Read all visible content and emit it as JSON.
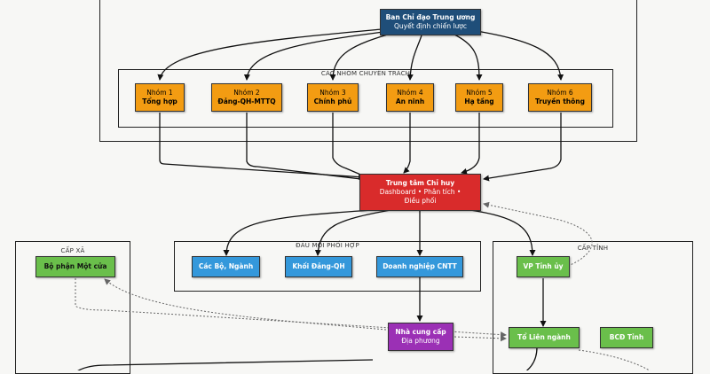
{
  "top_frame": {
    "label": ""
  },
  "groups_frame": {
    "label": "CÁC NHÓM CHUYÊN TRÁCH"
  },
  "coord_frame": {
    "label": "ĐẦU MỐI PHỐI HỢP"
  },
  "commune_frame": {
    "label": "CẤP XÃ"
  },
  "province_frame": {
    "label": "CẤP TỈNH"
  },
  "steering": {
    "line1": "Ban Chỉ đạo Trung ương",
    "line2": "Quyết định chiến lược"
  },
  "groups": [
    {
      "line1": "Nhóm 1",
      "line2": "Tổng hợp"
    },
    {
      "line1": "Nhóm 2",
      "line2": "Đảng-QH-MTTQ"
    },
    {
      "line1": "Nhóm 3",
      "line2": "Chính phủ"
    },
    {
      "line1": "Nhóm 4",
      "line2": "An ninh"
    },
    {
      "line1": "Nhóm 5",
      "line2": "Hạ tầng"
    },
    {
      "line1": "Nhóm 6",
      "line2": "Truyền thông"
    }
  ],
  "command_center": {
    "line1": "Trung tâm Chỉ huy",
    "line2": "Dashboard • Phân tích •",
    "line3": "Điều phối"
  },
  "coord_nodes": [
    {
      "label": "Các Bộ, Ngành"
    },
    {
      "label": "Khối Đảng-QH"
    },
    {
      "label": "Doanh nghiệp CNTT"
    }
  ],
  "commune_node": {
    "label": "Bộ phận Một cửa"
  },
  "provider": {
    "line1": "Nhà cung cấp",
    "line2": "Địa phương"
  },
  "province_nodes": [
    {
      "label": "VP Tỉnh ủy"
    },
    {
      "label": "Tổ Liên ngành"
    },
    {
      "label": "BCĐ Tỉnh"
    }
  ],
  "colors": {
    "steering": "#1f4e79",
    "group": "#f39c12",
    "command": "#d92b2b",
    "coord": "#3498db",
    "local": "#6abf4b",
    "provider": "#9b30b5"
  }
}
